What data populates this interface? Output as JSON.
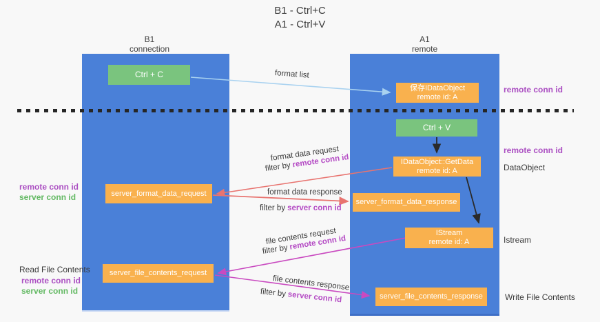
{
  "title": {
    "line1": "B1 - Ctrl+C",
    "line2": "A1 - Ctrl+V"
  },
  "lanes": {
    "left": {
      "title": "B1",
      "subtitle": "connection"
    },
    "right": {
      "title": "A1",
      "subtitle": "remote"
    }
  },
  "boxes": {
    "ctrl_c": {
      "label": "Ctrl + C"
    },
    "ctrl_v": {
      "label": "Ctrl + V"
    },
    "save_idataobject": {
      "line1": "保存IDataObject",
      "line2": "remote id: A"
    },
    "idataobject_getdata": {
      "line1": "IDataObject::GetData",
      "line2": "remote id: A"
    },
    "istream": {
      "line1": "IStream",
      "line2": "remote id: A"
    },
    "server_format_data_request": {
      "label": "server_format_data_request"
    },
    "server_format_data_response": {
      "label": "server_format_data_response"
    },
    "server_file_contents_request": {
      "label": "server_file_contents_request"
    },
    "server_file_contents_response": {
      "label": "server_file_contents_response"
    }
  },
  "arrows": {
    "format_list": {
      "label": "format list"
    },
    "format_data_request": {
      "label": "format data request",
      "filter_prefix": "filter by",
      "filter_key": "remote conn id"
    },
    "format_data_response": {
      "label": "format data response",
      "filter_prefix": "filter by",
      "filter_key": "server conn id"
    },
    "file_contents_request": {
      "label": "file contents request",
      "filter_prefix": "filter by",
      "filter_key": "remote conn id"
    },
    "file_contents_response": {
      "label": "file contents response",
      "filter_prefix": "filter by",
      "filter_key": "server conn id"
    }
  },
  "annotations": {
    "right_remote_conn_id_1": "remote conn id",
    "right_remote_conn_id_2": "remote conn id",
    "dataobject": "DataObject",
    "istream": "Istream",
    "write_file_contents": "Write File Contents",
    "read_file_contents": "Read File Contents",
    "left_pair1": {
      "remote": "remote conn id",
      "server": "server conn id"
    },
    "left_pair2": {
      "remote": "remote conn id",
      "server": "server conn id"
    }
  },
  "colors": {
    "lane_blue": "#4a80d8",
    "box_orange": "#f9b14e",
    "box_green": "#7ac47e",
    "remote_conn_purple": "#ab4fc2",
    "server_conn_green": "#63b963",
    "filter_key_magenta": "#b44ac4",
    "arrow_red": "#e87470",
    "arrow_magenta": "#c94ac0",
    "arrow_lightblue": "#a9d2f0",
    "arrow_black": "#2a2a2a"
  }
}
